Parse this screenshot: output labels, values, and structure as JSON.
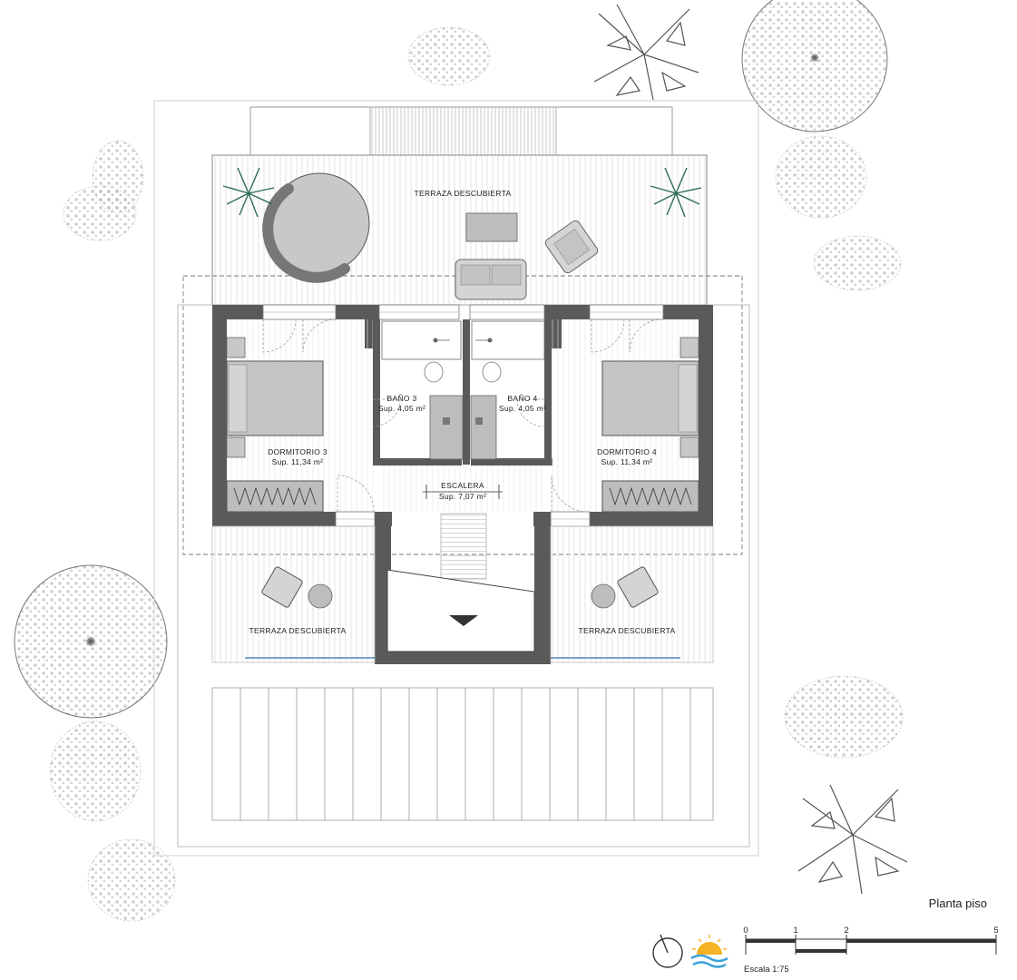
{
  "plan": {
    "title": "Planta piso",
    "scale_label": "Escala 1:75",
    "scale_ticks": [
      "0",
      "1",
      "2",
      "5"
    ]
  },
  "rooms": {
    "terrace_top": "TERRAZA DESCUBIERTA",
    "bath3": {
      "name": "BAÑO 3",
      "area": "Sup. 4,05 m²"
    },
    "bath4": {
      "name": "BAÑO 4",
      "area": "Sup. 4,05 m²"
    },
    "bed3": {
      "name": "DORMITORIO 3",
      "area": "Sup. 11,34 m²"
    },
    "bed4": {
      "name": "DORMITORIO 4",
      "area": "Sup. 11,34 m²"
    },
    "stairs": {
      "name": "ESCALERA",
      "area": "Sup. 7,07 m²"
    },
    "terrace_left": "TERRAZA DESCUBIERTA",
    "terrace_right": "TERRAZA DESCUBIERTA"
  },
  "icons": [
    "north-arrow-icon",
    "sun-wave-logo-icon",
    "tree-icon",
    "palm-icon"
  ],
  "colors": {
    "wall": "#5a5a5a",
    "furniture": "#bdbdbd",
    "palm": "#2f6b5a",
    "railing": "#2a6fb0",
    "logo_sun": "#f5b324",
    "logo_wave": "#3aa3d8"
  }
}
